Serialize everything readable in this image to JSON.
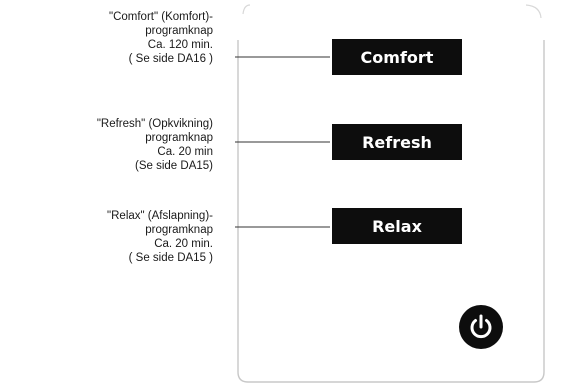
{
  "callouts": [
    {
      "id": "comfort",
      "lines": [
        "\"Comfort\" (Komfort)-",
        "programknap",
        "Ca. 120 min.",
        "( Se side DA16 )"
      ]
    },
    {
      "id": "refresh",
      "lines": [
        "\"Refresh\" (Opkvikning)",
        "programknap",
        "Ca. 20 min",
        "(Se side DA15)"
      ]
    },
    {
      "id": "relax",
      "lines": [
        "\"Relax\" (Afslapning)-",
        "programknap",
        "Ca. 20 min.",
        "( Se side DA15 )"
      ]
    }
  ],
  "buttons": {
    "comfort": "Comfort",
    "refresh": "Refresh",
    "relax": "Relax"
  },
  "icons": {
    "power": "power-icon"
  },
  "colors": {
    "button_bg": "#0d0d0d",
    "button_text": "#ffffff",
    "panel_outline": "#c8c8c8",
    "leader_line": "#333333"
  }
}
